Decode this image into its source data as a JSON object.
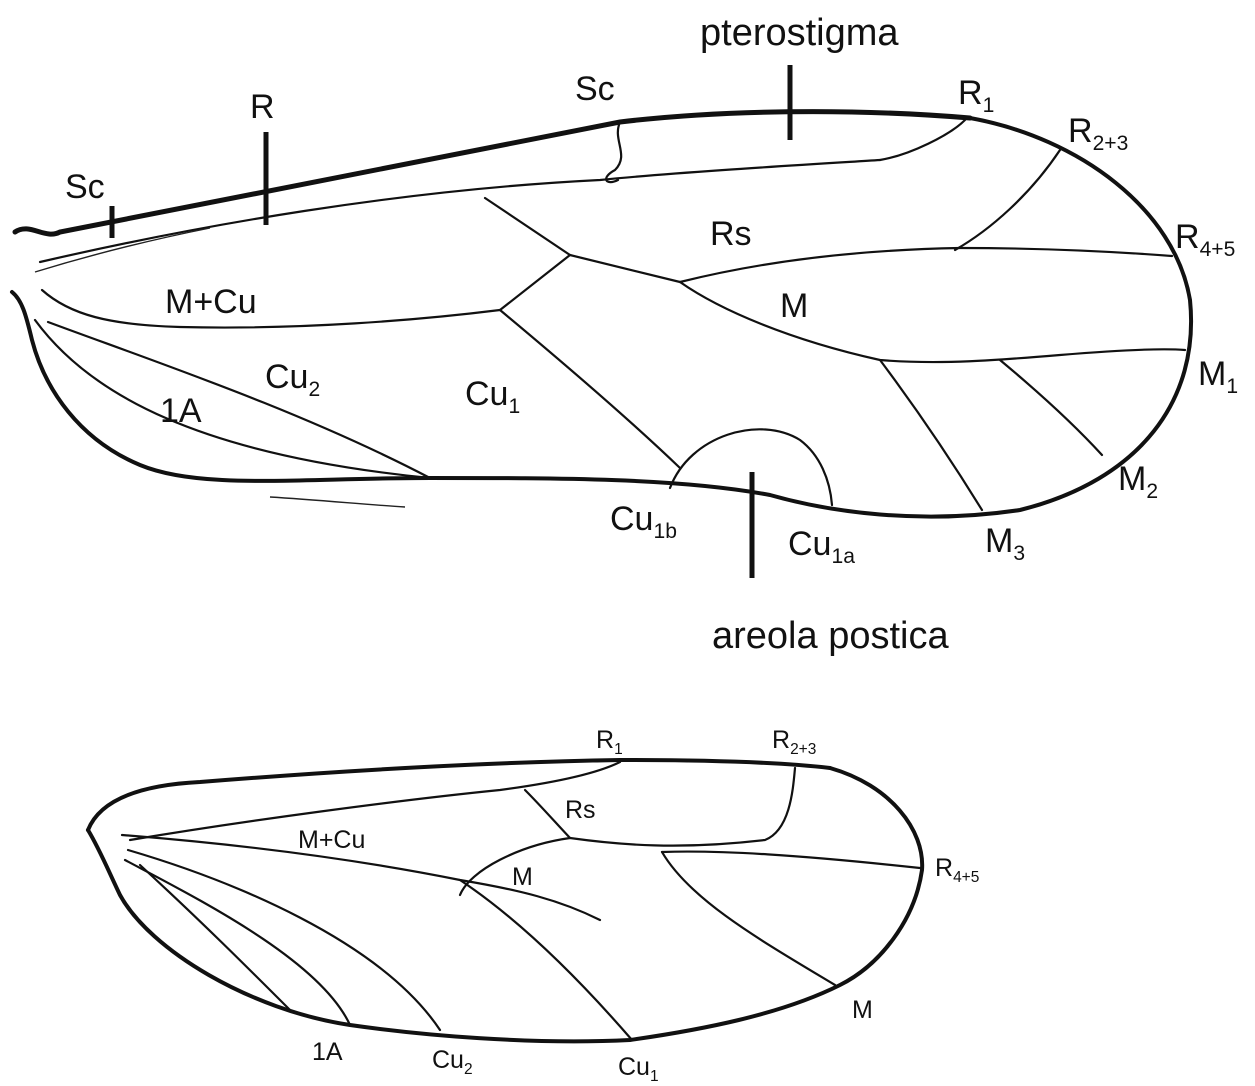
{
  "forewing": {
    "labels": {
      "pterostigma": "pterostigma",
      "sc_base": "Sc",
      "r": "R",
      "sc": "Sc",
      "r1": {
        "base": "R",
        "sub": "1"
      },
      "r23": {
        "base": "R",
        "sub": "2+3"
      },
      "r45": {
        "base": "R",
        "sub": "4+5"
      },
      "rs": "Rs",
      "mcu": "M+Cu",
      "m": "M",
      "cu2": {
        "base": "Cu",
        "sub": "2"
      },
      "a1": "1A",
      "cu1": {
        "base": "Cu",
        "sub": "1"
      },
      "m1": {
        "base": "M",
        "sub": "1"
      },
      "m2": {
        "base": "M",
        "sub": "2"
      },
      "m3": {
        "base": "M",
        "sub": "3"
      },
      "cu1b": {
        "base": "Cu",
        "sub": "1b"
      },
      "cu1a": {
        "base": "Cu",
        "sub": "1a"
      },
      "areola": "areola postica"
    }
  },
  "hindwing": {
    "labels": {
      "r1": {
        "base": "R",
        "sub": "1"
      },
      "r23": {
        "base": "R",
        "sub": "2+3"
      },
      "rs": "Rs",
      "mcu": "M+Cu",
      "r45": {
        "base": "R",
        "sub": "4+5"
      },
      "m_inner": "M",
      "m_margin": "M",
      "a1": "1A",
      "cu2": {
        "base": "Cu",
        "sub": "2"
      },
      "cu1": {
        "base": "Cu",
        "sub": "1"
      }
    }
  }
}
